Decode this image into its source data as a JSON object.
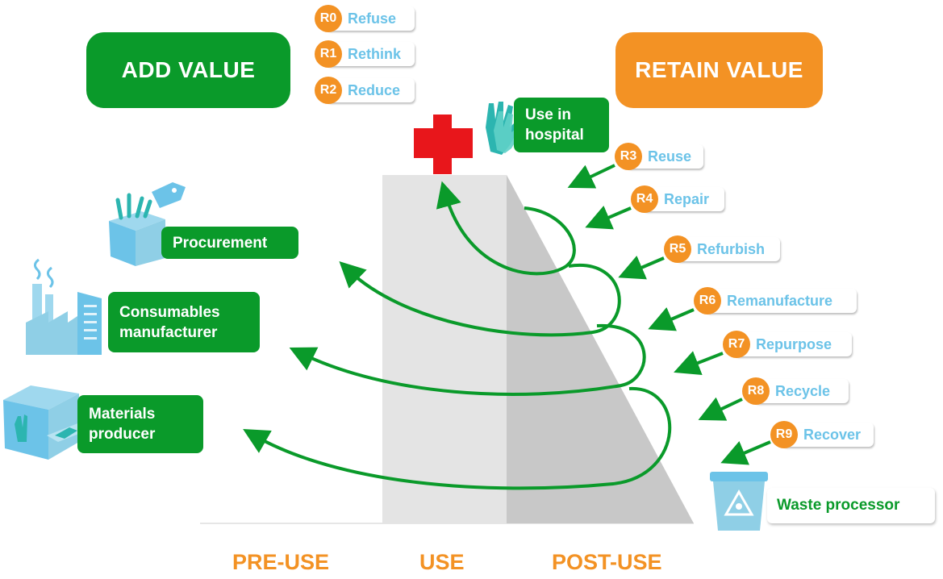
{
  "title_add": "ADD VALUE",
  "title_retain": "RETAIN VALUE",
  "colors": {
    "green": "#0a9a2a",
    "orange": "#f39224",
    "light_blue": "#6cc3e8",
    "red": "#e8161b"
  },
  "r_strategies": [
    {
      "code": "R0",
      "label": "Refuse"
    },
    {
      "code": "R1",
      "label": "Rethink"
    },
    {
      "code": "R2",
      "label": "Reduce"
    },
    {
      "code": "R3",
      "label": "Reuse"
    },
    {
      "code": "R4",
      "label": "Repair"
    },
    {
      "code": "R5",
      "label": "Refurbish"
    },
    {
      "code": "R6",
      "label": "Remanufacture"
    },
    {
      "code": "R7",
      "label": "Repurpose"
    },
    {
      "code": "R8",
      "label": "Recycle"
    },
    {
      "code": "R9",
      "label": "Recover"
    }
  ],
  "actors": {
    "hospital": "Use in hospital",
    "procurement": "Procurement",
    "consumables": "Consumables manufacturer",
    "materials": "Materials producer",
    "waste": "Waste processor"
  },
  "phases": {
    "pre_use": "PRE-USE",
    "use": "USE",
    "post_use": "POST-USE"
  },
  "icons": [
    "medical-cross-icon",
    "gloves-icon",
    "box-icon",
    "price-tag-icon",
    "factory-icon",
    "machine-icon",
    "biohazard-bin-icon"
  ]
}
